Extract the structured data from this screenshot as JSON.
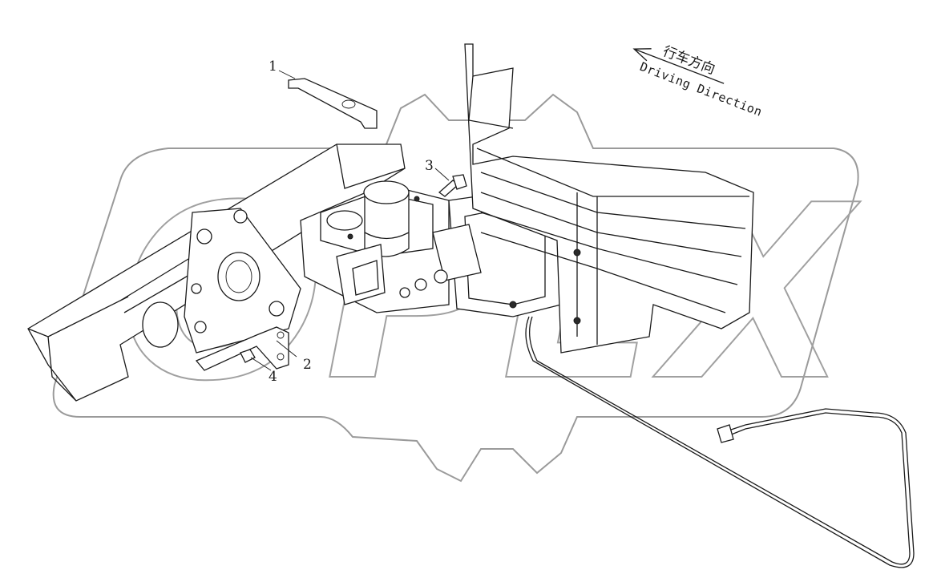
{
  "watermark": {
    "text": "OPEX"
  },
  "direction": {
    "chinese": "行车方向",
    "english": "Driving Direction"
  },
  "callouts": [
    {
      "id": "1",
      "label": "1"
    },
    {
      "id": "2",
      "label": "2"
    },
    {
      "id": "3",
      "label": "3"
    },
    {
      "id": "4",
      "label": "4"
    }
  ]
}
